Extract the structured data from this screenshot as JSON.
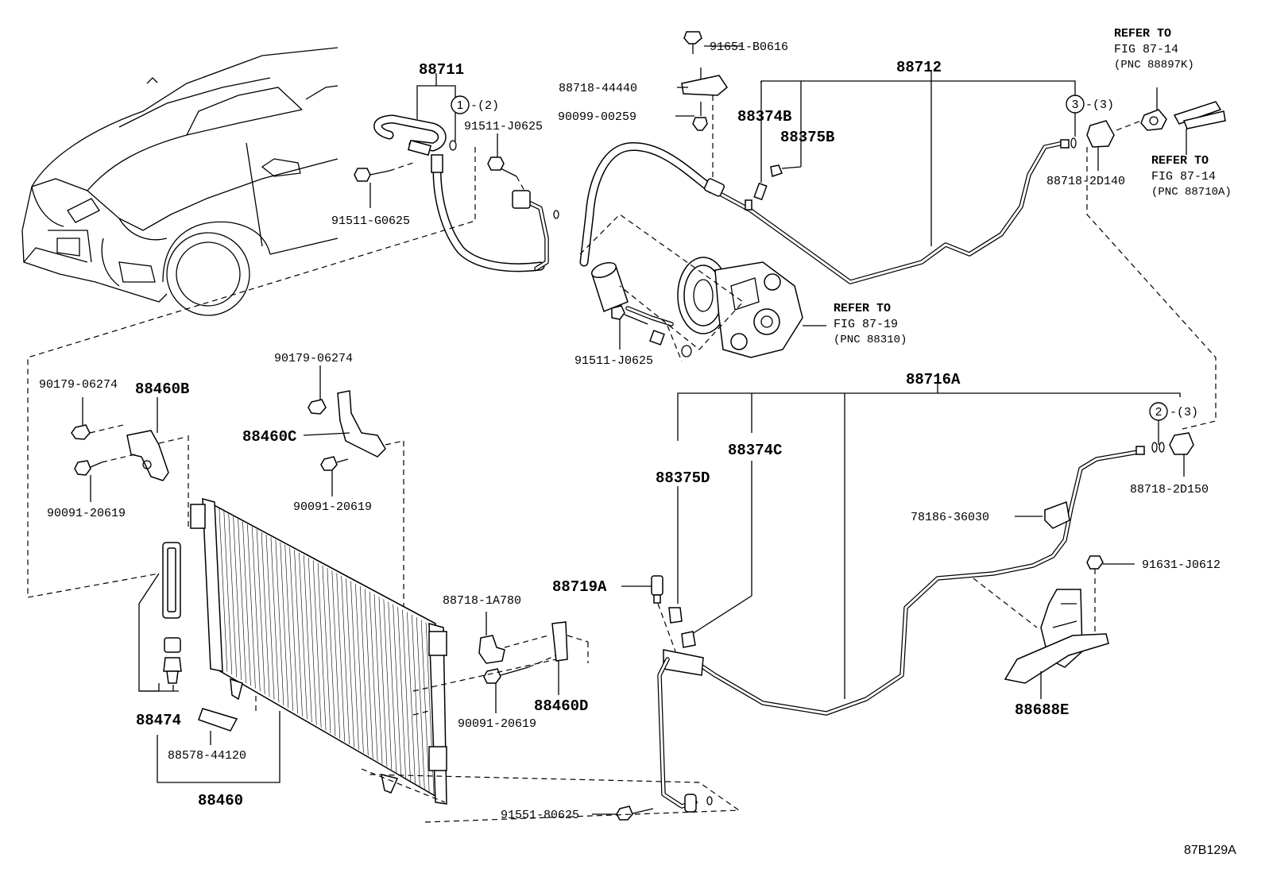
{
  "figure_id": "87B129A",
  "assemblies": {
    "a88711": "88711",
    "a88712": "88712",
    "a88716A": "88716A",
    "a88460": "88460",
    "a88474": "88474",
    "a88460B": "88460B",
    "a88460C": "88460C",
    "a88460D": "88460D",
    "a88374B": "88374B",
    "a88375B": "88375B",
    "a88374C": "88374C",
    "a88375D": "88375D",
    "a88719A": "88719A",
    "a88688E": "88688E"
  },
  "parts": {
    "p91651_B0616": "91651-B0616",
    "p88718_44440": "88718-44440",
    "p90099_00259": "90099-00259",
    "p91511_J0625_top": "91511-J0625",
    "p91511_G0625": "91511-G0625",
    "p91511_J0625_bottom": "91511-J0625",
    "p88718_2D140": "88718-2D140",
    "p88718_2D150": "88718-2D150",
    "p90179_06274_left": "90179-06274",
    "p90179_06274_mid": "90179-06274",
    "p90091_20619_left": "90091-20619",
    "p90091_20619_mid": "90091-20619",
    "p90091_20619_low": "90091-20619",
    "p88718_1A780": "88718-1A780",
    "p88578_44120": "88578-44120",
    "p78186_36030": "78186-36030",
    "p91631_J0612": "91631-J0612",
    "p91551_80625": "91551-80625"
  },
  "callouts": {
    "c1": {
      "num": "1",
      "qty": "-(2)"
    },
    "c2": {
      "num": "2",
      "qty": "-(3)"
    },
    "c3": {
      "num": "3",
      "qty": "-(3)"
    }
  },
  "references": {
    "ref_8897K": {
      "l1": "REFER TO",
      "l2": "FIG 87-14",
      "l3": "(PNC 88897K)"
    },
    "ref_8710A": {
      "l1": "REFER TO",
      "l2": "FIG 87-14",
      "l3": "(PNC 88710A)"
    },
    "ref_88310": {
      "l1": "REFER TO",
      "l2": "FIG 87-19",
      "l3": "(PNC 88310)"
    }
  }
}
